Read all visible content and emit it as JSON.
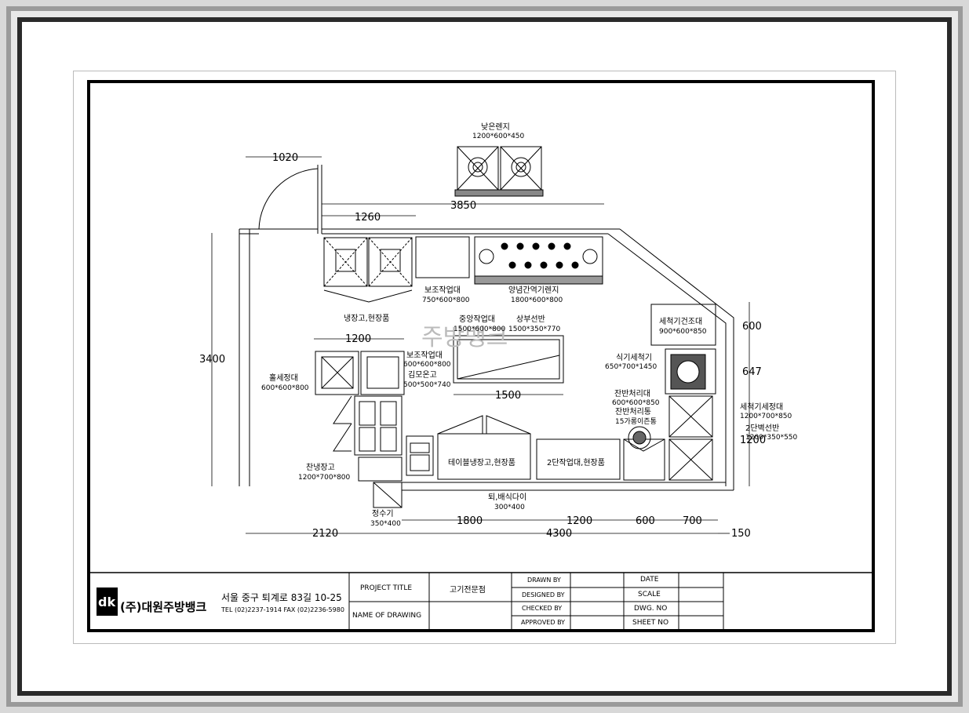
{
  "drawing": {
    "labels": {
      "low_range": "낮은렌지",
      "low_range_dim": "1200*600*450",
      "stir_fry_range": "양념간역기렌지",
      "stir_fry_range_dim": "1800*600*800",
      "aux_worktable1": "보조작업대",
      "aux_worktable1_dim": "750*600*800",
      "fridge_field": "냉장고,현장품",
      "center_worktable": "중앙작업대",
      "center_worktable_dim": "1500*600*800",
      "upper_shelf": "상부선반",
      "upper_shelf_dim": "1500*350*770",
      "aux_worktable2": "보조작업대",
      "aux_worktable2_dim": "600*600*800",
      "kimchi_fridge": "김모온고",
      "kimchi_fridge_dim": "500*500*740",
      "hall_sink": "홀세정대",
      "hall_sink_dim": "600*600*800",
      "dishwasher_dry": "세척기건조대",
      "dishwasher_dry_dim": "900*600*850",
      "dishwasher": "식기세척기",
      "dishwasher_dim": "650*700*1450",
      "tray_table": "잔반처리대",
      "tray_table_dim": "600*600*850",
      "tray_bin": "잔반처리통",
      "tray_bin_dim": "15가롱이즌통",
      "dish_sink": "세척기세정대",
      "dish_sink_dim": "1200*700*850",
      "shelf2": "2단벽선반",
      "shelf2_dim": "1200*350*550",
      "freezer": "찬냉장고",
      "freezer_dim": "1200*700*800",
      "table_fridge": "테이블냉장고,현장품",
      "worktable2": "2단작업대,현장품",
      "pass_table": "퇴,배식다이",
      "pass_table_dim": "300*400",
      "water_purifier": "정수기",
      "water_purifier_dim": "350*400"
    },
    "dimensions": {
      "d1020": "1020",
      "d1260": "1260",
      "d3850": "3850",
      "d3400": "3400",
      "d1200a": "1200",
      "d1500": "1500",
      "d600a": "600",
      "d647": "647",
      "d1200b": "1200",
      "d2120": "2120",
      "d4300": "4300",
      "d150": "150",
      "d1800": "1800",
      "d1200c": "1200",
      "d600b": "600",
      "d700": "700"
    },
    "watermark": "주방뱅크"
  },
  "title_block": {
    "company_name": "(주)대원주방뱅크",
    "logo_mark": "dk",
    "address": "서울 중구 퇴계로 83길 10-25",
    "contact": "TEL (02)2237-1914 FAX (02)2236-5980",
    "project_title_label": "PROJECT TITLE",
    "project_title": "고기전문점",
    "name_of_drawing_label": "NAME OF DRAWING",
    "drawn_by": "DRAWN BY",
    "designed_by": "DESIGNED BY",
    "checked_by": "CHECKED BY",
    "approved_by": "APPROVED BY",
    "date": "DATE",
    "scale": "SCALE",
    "dwg_no": "DWG. NO",
    "sheet_no": "SHEET NO"
  }
}
